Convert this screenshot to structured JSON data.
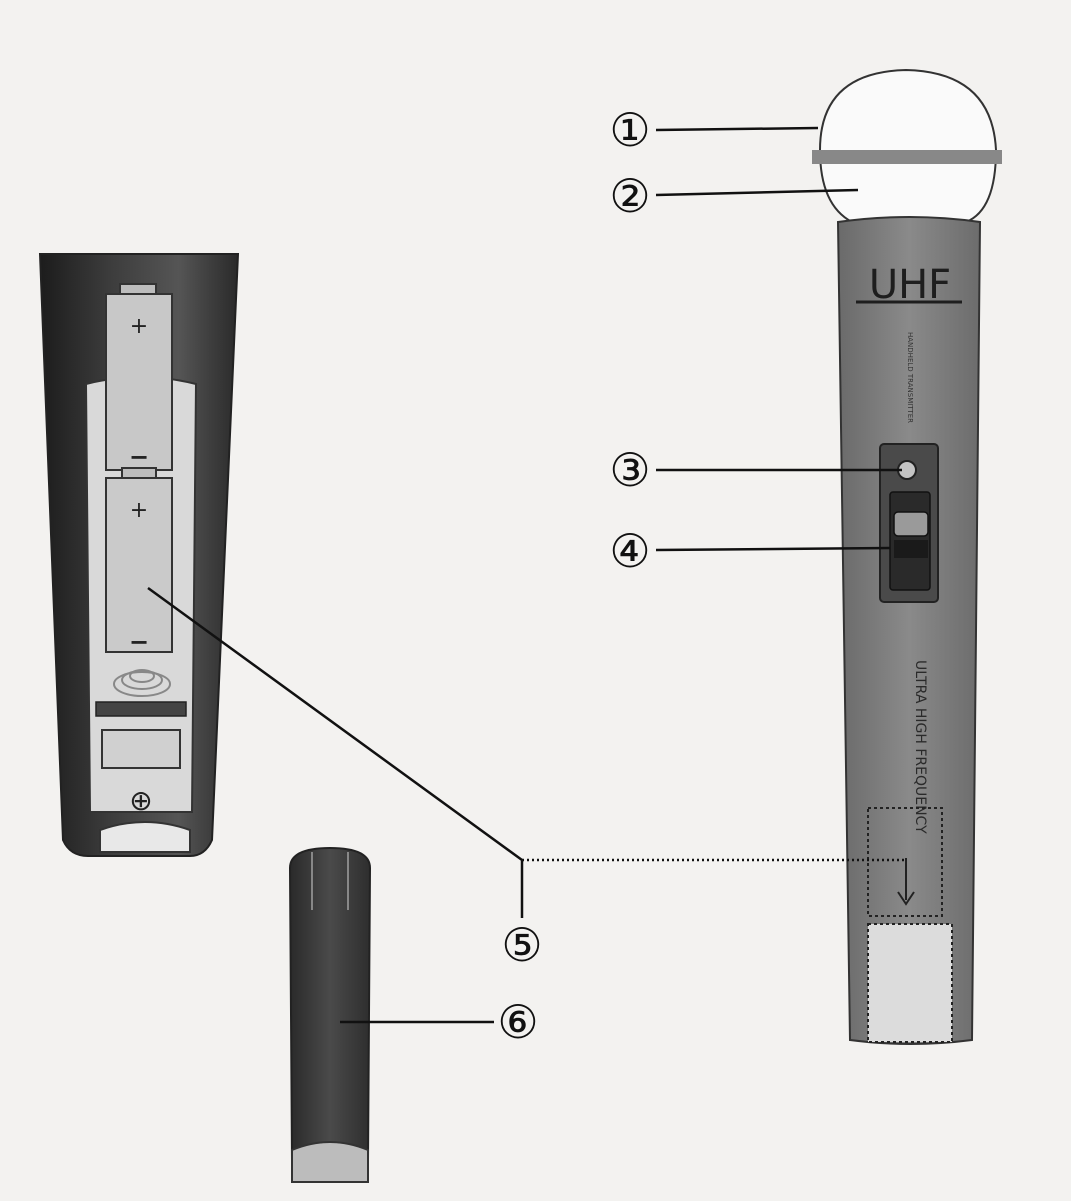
{
  "diagram": {
    "callouts": [
      {
        "id": "callout-1",
        "label": "①"
      },
      {
        "id": "callout-2",
        "label": "②"
      },
      {
        "id": "callout-3",
        "label": "③"
      },
      {
        "id": "callout-4",
        "label": "④"
      },
      {
        "id": "callout-5",
        "label": "⑤"
      },
      {
        "id": "callout-6",
        "label": "⑥"
      }
    ],
    "microphone": {
      "brand": "UHF",
      "side_text": "ULTRA HIGH FREQUENCY",
      "small_text": "HANDHELD TRANSMITTER"
    },
    "battery_compartment": {
      "plus_symbol": "+",
      "minus_symbol": "−",
      "ground_symbol": "⊕"
    }
  }
}
